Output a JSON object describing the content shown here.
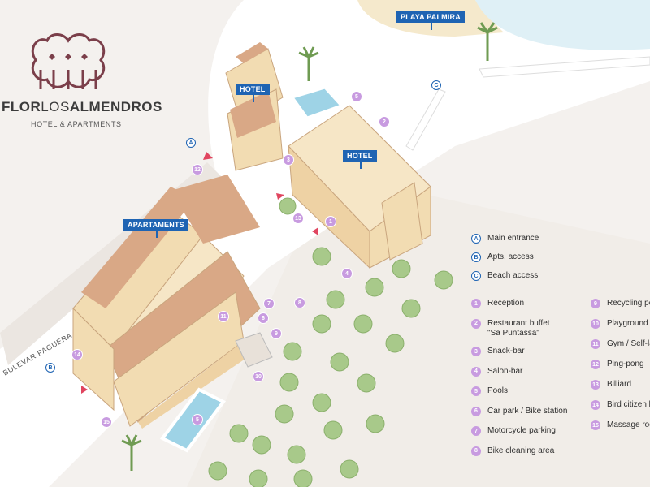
{
  "brand": {
    "name_bold_1": "FLOR",
    "name_thin": "LOS",
    "name_bold_2": "ALMENDROS",
    "subtitle": "HOTEL & APARTMENTS"
  },
  "flags": {
    "hotel_small": "HOTEL",
    "hotel_large": "HOTEL",
    "apartaments": "APARTAMENTS",
    "beach": "PLAYA PALMIRA"
  },
  "road_label": "BULEVAR PAGUERA",
  "legend_access": [
    {
      "code": "A",
      "label": "Main entrance"
    },
    {
      "code": "B",
      "label": "Apts. access"
    },
    {
      "code": "C",
      "label": "Beach access"
    }
  ],
  "legend_services_col1": [
    {
      "code": "1",
      "label": "Reception"
    },
    {
      "code": "2",
      "label": "Restaurant buffet",
      "label2": "\"Sa Puntassa\""
    },
    {
      "code": "3",
      "label": "Snack-bar"
    },
    {
      "code": "4",
      "label": "Salon-bar"
    },
    {
      "code": "5",
      "label": "Pools"
    },
    {
      "code": "6",
      "label": "Car park / Bike station"
    },
    {
      "code": "7",
      "label": "Motorcycle parking"
    },
    {
      "code": "8",
      "label": "Bike cleaning area"
    }
  ],
  "legend_services_col2": [
    {
      "code": "9",
      "label": "Recycling po"
    },
    {
      "code": "10",
      "label": "Playground"
    },
    {
      "code": "11",
      "label": "Gym / Self-la"
    },
    {
      "code": "12",
      "label": "Ping-pong"
    },
    {
      "code": "13",
      "label": "Billiard"
    },
    {
      "code": "14",
      "label": "Bird citizen l"
    },
    {
      "code": "15",
      "label": "Massage roo"
    }
  ],
  "map_markers": [
    {
      "code": "A",
      "kind": "access"
    },
    {
      "code": "B",
      "kind": "access"
    },
    {
      "code": "C",
      "kind": "access"
    },
    {
      "code": "1",
      "kind": "service"
    },
    {
      "code": "2",
      "kind": "service"
    },
    {
      "code": "3",
      "kind": "service"
    },
    {
      "code": "4",
      "kind": "service"
    },
    {
      "code": "5",
      "kind": "service"
    },
    {
      "code": "5",
      "kind": "service"
    },
    {
      "code": "6",
      "kind": "service"
    },
    {
      "code": "7",
      "kind": "service"
    },
    {
      "code": "8",
      "kind": "service"
    },
    {
      "code": "9",
      "kind": "service"
    },
    {
      "code": "10",
      "kind": "service"
    },
    {
      "code": "11",
      "kind": "service"
    },
    {
      "code": "12",
      "kind": "service"
    },
    {
      "code": "13",
      "kind": "service"
    },
    {
      "code": "14",
      "kind": "service"
    },
    {
      "code": "15",
      "kind": "service"
    }
  ],
  "colors": {
    "access_blue": "#1f64b3",
    "service_purple": "#c89be0",
    "roof": "#d9a886",
    "facade": "#f2dcb2",
    "pool": "#9ed3e6",
    "tree": "#a8c98a",
    "sand": "#f5e9cc"
  }
}
